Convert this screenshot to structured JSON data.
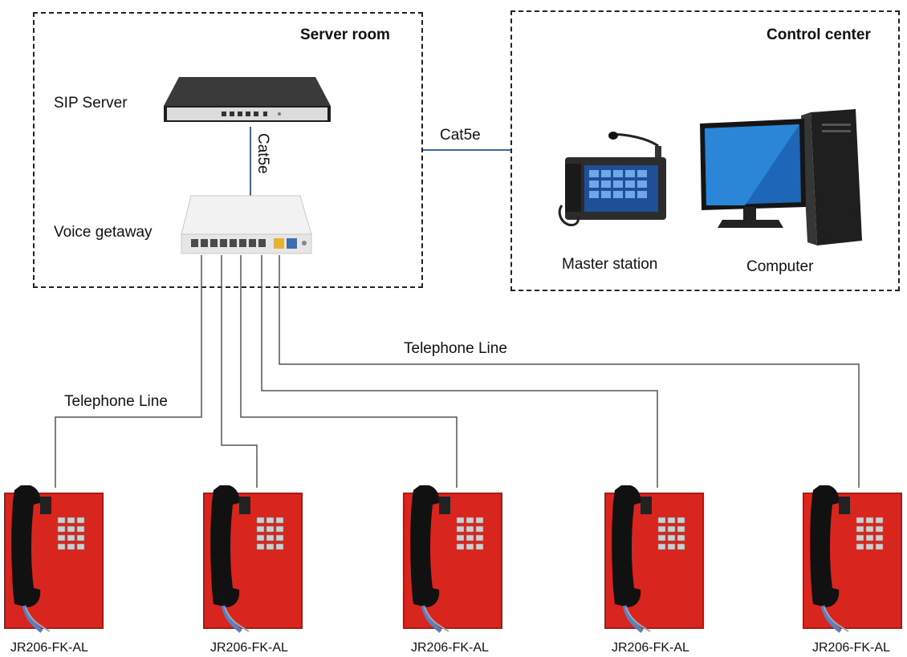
{
  "server_room": {
    "title": "Server room"
  },
  "control_center": {
    "title": "Control center"
  },
  "sip_server": {
    "label": "SIP Server"
  },
  "voice_gateway": {
    "label": "Voice getaway"
  },
  "links": {
    "server_to_gateway": "Cat5e",
    "rooms": "Cat5e",
    "telephone_line_left": "Telephone Line",
    "telephone_line_right": "Telephone Line"
  },
  "master_station": {
    "label": "Master station"
  },
  "computer": {
    "label": "Computer"
  },
  "phones": [
    {
      "label": "JR206-FK-AL"
    },
    {
      "label": "JR206-FK-AL"
    },
    {
      "label": "JR206-FK-AL"
    },
    {
      "label": "JR206-FK-AL"
    },
    {
      "label": "JR206-FK-AL"
    }
  ],
  "colors": {
    "link_line": "#3a66a8",
    "phone_line": "#555555",
    "phone_body": "#d8261e"
  }
}
